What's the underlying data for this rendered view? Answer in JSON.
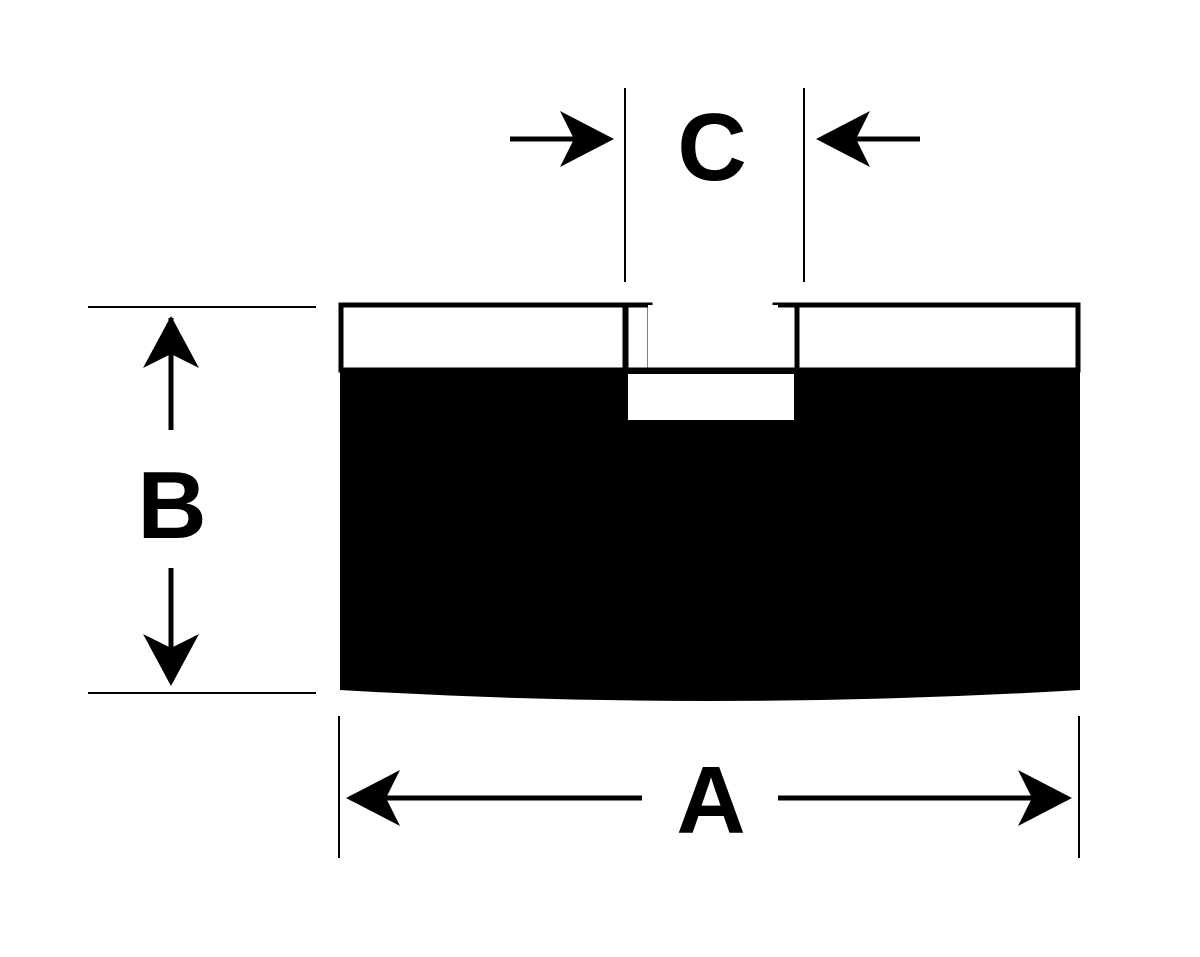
{
  "diagram": {
    "labels": {
      "width": "A",
      "height": "B",
      "slot": "C"
    },
    "colors": {
      "ink": "#000000",
      "paper": "#ffffff"
    }
  }
}
